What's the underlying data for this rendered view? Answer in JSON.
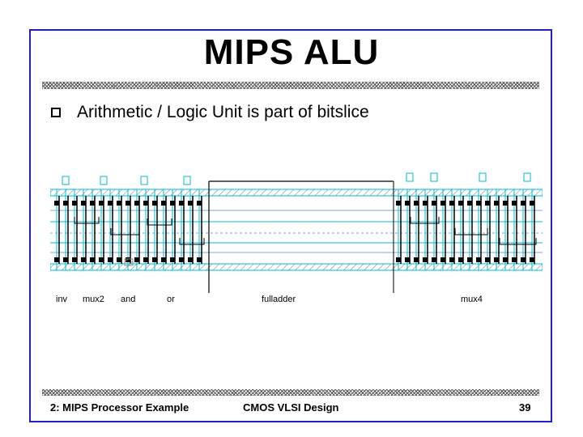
{
  "slide": {
    "title": "MIPS ALU",
    "bullet": "Arithmetic / Logic Unit is part of bitslice",
    "cell_labels": [
      "inv",
      "mux2",
      "and",
      "or",
      "fulladder",
      "mux4"
    ],
    "footer": {
      "left": "2: MIPS Processor Example",
      "center": "CMOS VLSI Design",
      "page": "39"
    },
    "colors": {
      "frame": "#2020c0",
      "metal": "#00bcd4",
      "cell_outline": "#000000"
    }
  }
}
